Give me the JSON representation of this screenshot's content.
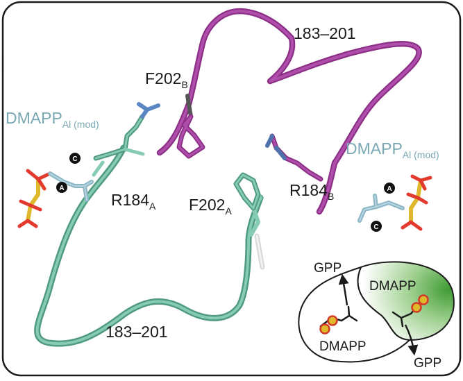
{
  "labels": {
    "loop_top": "183–201",
    "loop_bottom": "183–201",
    "f202_b": "F202",
    "f202_b_sub": "B",
    "f202_a": "F202",
    "f202_a_sub": "A",
    "r184_a": "R184",
    "r184_a_sub": "A",
    "r184_b": "R184",
    "r184_b_sub": "B",
    "dmapp_left": "DMAPP",
    "dmapp_left_sub": "Al (mod)",
    "dmapp_right": "DMAPP",
    "dmapp_right_sub": "Al (mod)"
  },
  "markers": {
    "a": "A",
    "c": "C"
  },
  "legend": {
    "gpp_top": "GPP",
    "dmapp_top": "DMAPP",
    "dmapp_bottom": "DMAPP",
    "gpp_bottom": "GPP"
  },
  "colors": {
    "chain_a": "#72bda2",
    "chain_b": "#a23f9c",
    "substrate_carbon": "#8ab6c6",
    "phosphorus": "#e0b82c",
    "oxygen": "#e23a2c",
    "nitrogen": "#5a86c4",
    "legend_green": "#3f9b34"
  }
}
